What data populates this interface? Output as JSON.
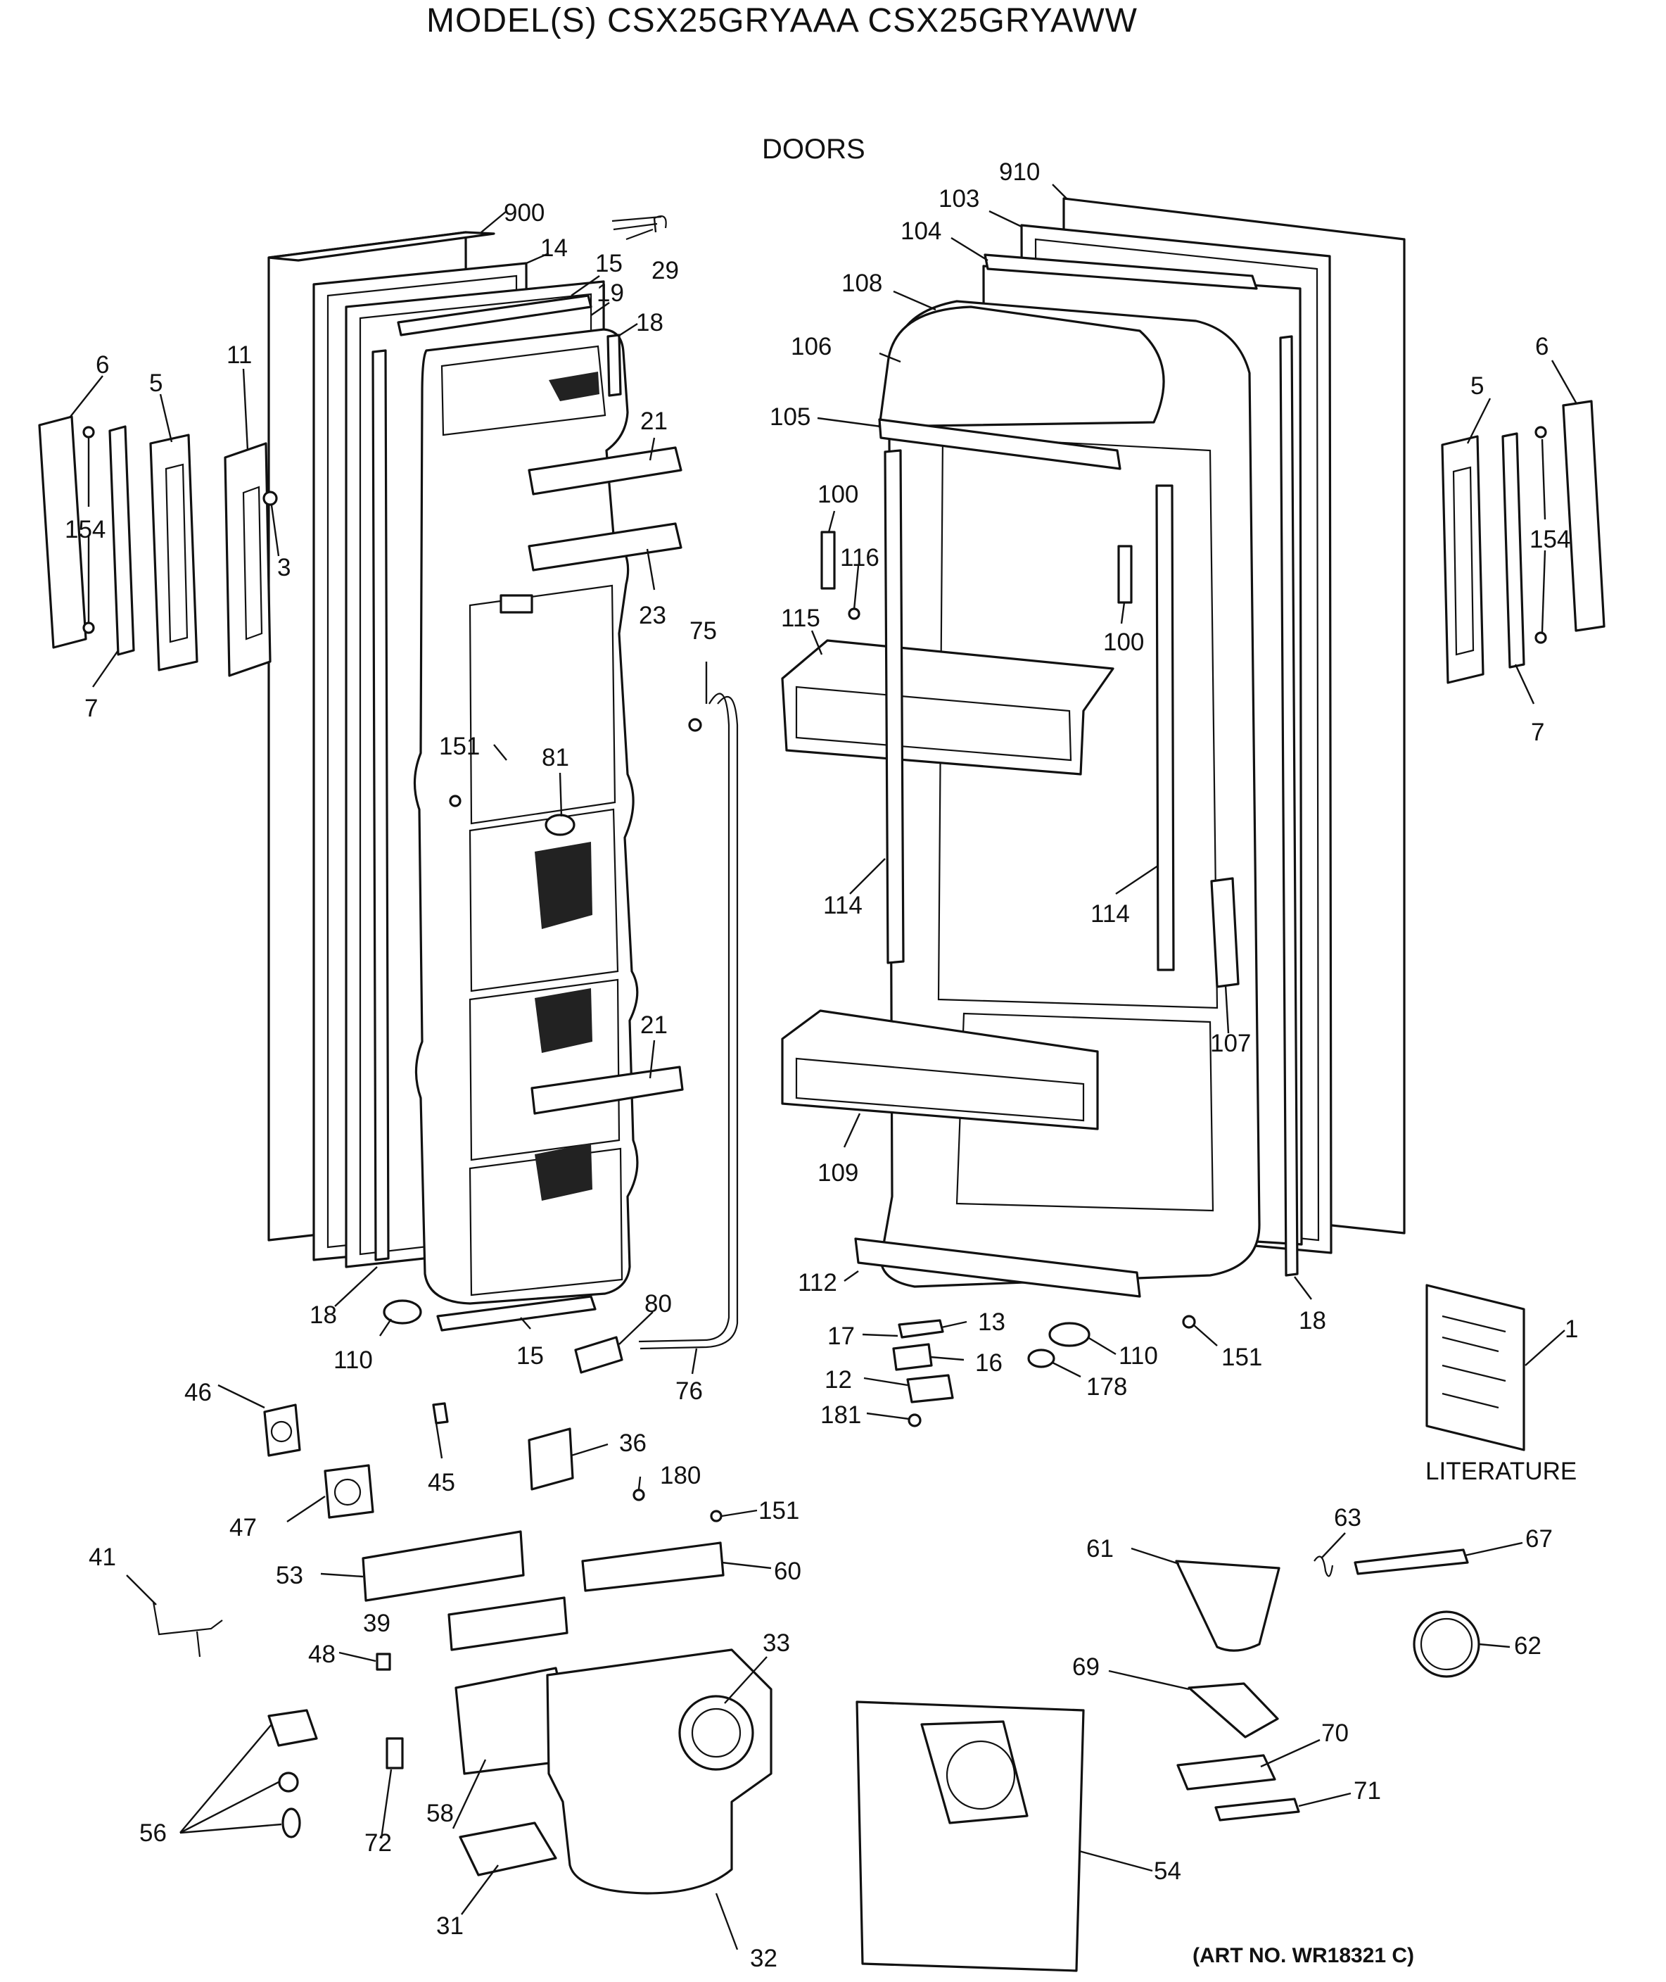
{
  "header": {
    "title": "MODEL(S) CSX25GRYAAA  CSX25GRYAWW",
    "section": "DOORS"
  },
  "footer": {
    "art_number": "(ART NO. WR18321 C)"
  },
  "literature_label": "LITERATURE",
  "callouts": {
    "c1": "1",
    "c3": "3",
    "c5a": "5",
    "c5b": "5",
    "c6a": "6",
    "c6b": "6",
    "c7a": "7",
    "c7b": "7",
    "c11": "11",
    "c12": "12",
    "c13": "13",
    "c14": "14",
    "c15a": "15",
    "c15b": "15",
    "c16": "16",
    "c17": "17",
    "c18a": "18",
    "c18b": "18",
    "c18c": "18",
    "c19": "19",
    "c21a": "21",
    "c21b": "21",
    "c23": "23",
    "c29": "29",
    "c31": "31",
    "c32": "32",
    "c33": "33",
    "c36": "36",
    "c39": "39",
    "c41": "41",
    "c45": "45",
    "c46": "46",
    "c47": "47",
    "c48": "48",
    "c53": "53",
    "c54": "54",
    "c56": "56",
    "c58": "58",
    "c60": "60",
    "c61": "61",
    "c62": "62",
    "c63": "63",
    "c67": "67",
    "c69": "69",
    "c70": "70",
    "c71": "71",
    "c72": "72",
    "c75": "75",
    "c76": "76",
    "c80": "80",
    "c81": "81",
    "c100a": "100",
    "c100b": "100",
    "c103": "103",
    "c104": "104",
    "c105": "105",
    "c106": "106",
    "c107": "107",
    "c108": "108",
    "c109": "109",
    "c110a": "110",
    "c110b": "110",
    "c112": "112",
    "c114a": "114",
    "c114b": "114",
    "c115": "115",
    "c116": "116",
    "c151a": "151",
    "c151b": "151",
    "c151c": "151",
    "c154a": "154",
    "c154b": "154",
    "c178": "178",
    "c180": "180",
    "c181": "181",
    "c900": "900",
    "c910": "910"
  }
}
